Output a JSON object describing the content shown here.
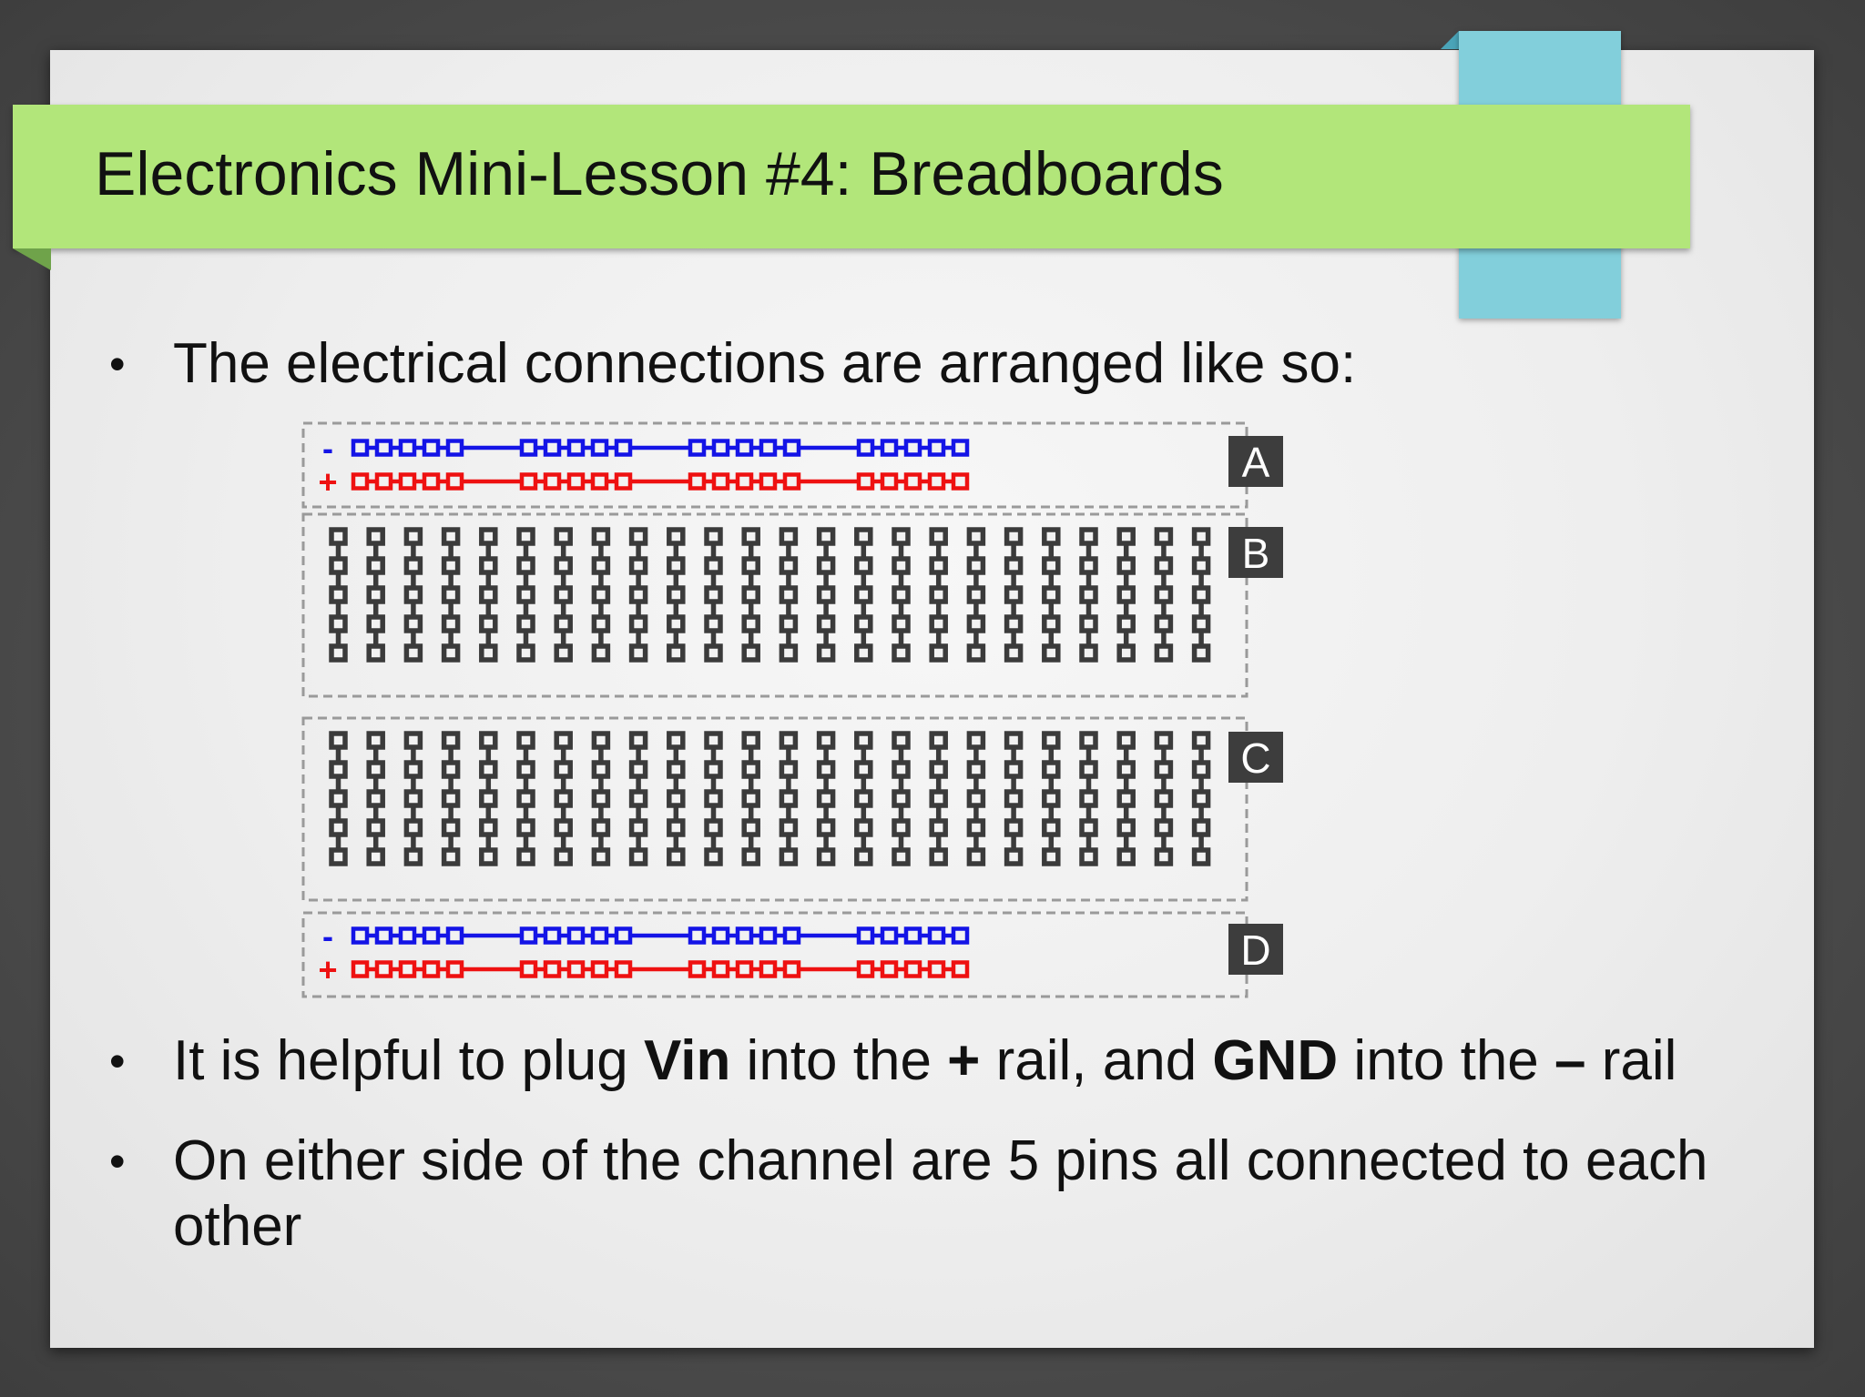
{
  "slide": {
    "title": "Electronics Mini-Lesson #4: Breadboards",
    "bullets": [
      {
        "bullet": "•",
        "text": "The electrical connections are arranged like so:"
      },
      {
        "bullet": "•",
        "parts": [
          "It is helpful to plug ",
          "Vin",
          " into the ",
          "+",
          " rail, and ",
          "GND",
          " into the ",
          "–",
          " rail"
        ]
      },
      {
        "bullet": "•",
        "text": "On either side of the channel are 5 pins all connected to each other"
      }
    ]
  },
  "diagram": {
    "section_labels": [
      "A",
      "B",
      "C",
      "D"
    ],
    "rail_signs": {
      "minus": "-",
      "plus": "+"
    },
    "rail_groups": 4,
    "pins_per_group": 5,
    "terminal_columns": 24,
    "pins_per_column": 5,
    "colors": {
      "minus_rail": "#1414e6",
      "plus_rail": "#ee1111",
      "terminal": "#3b3b3b",
      "label_bg": "#3d3d3d",
      "dashed_border": "#9a9a9a",
      "title_bar": "#b2e67a",
      "accent": "#82cfdb"
    }
  }
}
